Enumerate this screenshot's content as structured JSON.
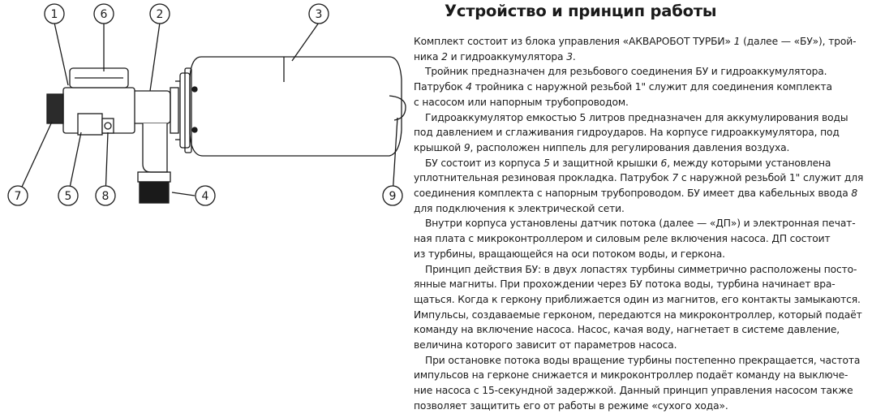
{
  "title": "Устройство и принцип работы",
  "callouts": [
    "1",
    "2",
    "3",
    "4",
    "5",
    "6",
    "7",
    "8",
    "9"
  ],
  "paragraphs": [
    {
      "lines": [
        [
          "Комплект состоит из блока управления «АКВАРОБОТ ТУРБИ» ",
          {
            "i": "1"
          },
          " (далее — «БУ»), трой-"
        ],
        [
          "ника ",
          {
            "i": "2"
          },
          " и гидроаккумулятора ",
          {
            "i": "3"
          },
          "."
        ]
      ]
    },
    {
      "lines": [
        [
          "Тройник предназначен для резьбового соединения БУ и гидроаккумулятора."
        ],
        [
          "Патрубок ",
          {
            "i": "4"
          },
          " тройника с наружной резьбой 1\" служит для соединения комплекта"
        ],
        [
          "с насосом или напорным трубопроводом."
        ]
      ]
    },
    {
      "lines": [
        [
          "Гидроаккумулятор емкостью 5 литров предназначен для аккумулирования воды"
        ],
        [
          "под давлением и сглаживания гидроударов. На корпусе гидроаккумулятора, под"
        ],
        [
          "крышкой ",
          {
            "i": "9"
          },
          ", расположен ниппель для регулирования давления воздуха."
        ]
      ]
    },
    {
      "lines": [
        [
          "БУ состоит из корпуса ",
          {
            "i": "5"
          },
          " и защитной крышки ",
          {
            "i": "6"
          },
          ", между которыми установлена"
        ],
        [
          "уплотнительная резиновая прокладка. Патрубок ",
          {
            "i": "7"
          },
          " с наружной резьбой 1\" служит для"
        ],
        [
          "соединения комплекта с напорным трубопроводом. БУ имеет два кабельных ввода ",
          {
            "i": "8"
          }
        ],
        [
          "для подключения к электрической сети."
        ]
      ]
    },
    {
      "lines": [
        [
          "Внутри корпуса установлены датчик потока (далее — «ДП») и электронная печат-"
        ],
        [
          "ная плата с микроконтроллером и силовым реле включения насоса. ДП состоит"
        ],
        [
          "из турбины, вращающейся на оси потоком воды, и геркона."
        ]
      ]
    },
    {
      "lines": [
        [
          "Принцип действия БУ: в двух лопастях турбины симметрично расположены посто-"
        ],
        [
          "янные магниты. При прохождении через БУ потока воды, турбина начинает вра-"
        ],
        [
          "щаться. Когда к геркону приближается один из магнитов, его контакты замыкаются."
        ],
        [
          "Импульсы, создаваемые герконом, передаются на микроконтроллер, который подаёт"
        ],
        [
          "команду на включение насоса. Насос, качая воду, нагнетает в системе давление,"
        ],
        [
          "величина которого зависит от параметров насоса."
        ]
      ]
    },
    {
      "lines": [
        [
          "При остановке потока воды вращение турбины постепенно прекращается, частота"
        ],
        [
          "импульсов на герконе снижается и микроконтроллер подаёт команду на выключе-"
        ],
        [
          "ние насоса с 15-секундной задержкой. Данный принцип управления насосом также"
        ],
        [
          "позволяет защитить его от работы в режиме «сухого хода»."
        ]
      ]
    }
  ]
}
